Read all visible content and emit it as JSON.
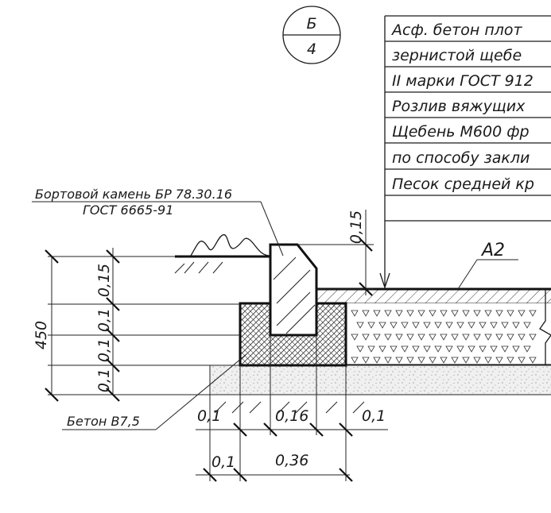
{
  "section_marker": {
    "letter": "Б",
    "sheet": "4"
  },
  "layer_table": [
    "Асф. бетон плот",
    "зернистой щебе",
    "II марки ГОСТ 912",
    "Розлив вяжущих",
    "Щебень М600 фр",
    "по способу закли",
    "Песок средней кр"
  ],
  "labels": {
    "curb_stone_line1": "Бортовой камень БР 78.30.16",
    "curb_stone_line2": "ГОСТ 6665-91",
    "concrete": "Бетон В7,5",
    "layer_mark": "А2"
  },
  "dimensions": {
    "total_height": "450",
    "dim_015_vertical": "0,15",
    "dim_015_top": "0,15",
    "dim_01_a": "0,1",
    "dim_01_b": "0,1",
    "dim_01_c": "0,1",
    "bottom_01_left": "0,1",
    "bottom_016": "0,16",
    "bottom_01_right": "0,1",
    "bottom2_01": "0,1",
    "bottom2_036": "0,36"
  }
}
